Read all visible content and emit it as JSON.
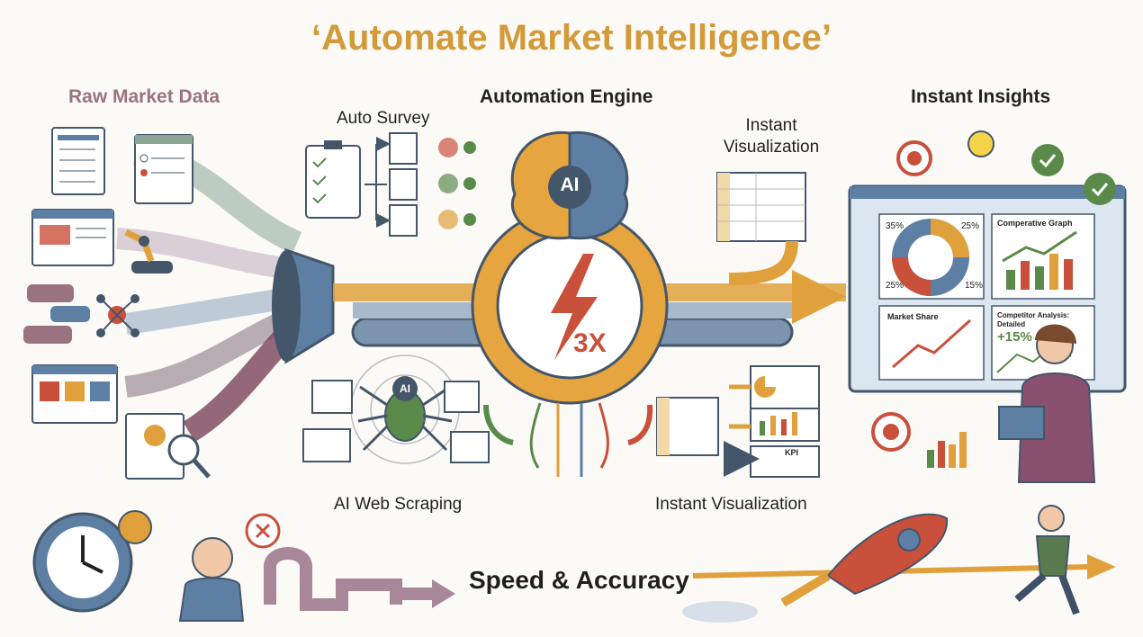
{
  "title": "‘Automate Market Intelligence’",
  "sections": {
    "raw_data": "Raw Market Data",
    "engine": "Automation Engine",
    "insights": "Instant Insights"
  },
  "engine_labels": {
    "auto_survey": "Auto Survey",
    "instant_visualization_top": "Instant\nVisualization",
    "ai_web_scraping": "AI Web Scraping",
    "instant_visualization_bottom": "Instant Visualization",
    "brain_badge": "AI",
    "spider_badge": "AI",
    "multiplier": "3X"
  },
  "dashboard": {
    "donut_labels": [
      "35%",
      "25%",
      "25%",
      "15%"
    ],
    "comparative_graph_title": "Comperative Graph",
    "market_share_title": "Market Share",
    "competitor_title": "Competitor Analysis:\nDetailed",
    "competitor_value": "+15%"
  },
  "viz_kpi_label": "KPI",
  "footer": {
    "speed_accuracy": "Speed & Accuracy"
  },
  "colors": {
    "title": "#d39a3a",
    "raw_label": "#9a7280",
    "navy": "#44566a",
    "orange": "#e0a03c",
    "red": "#c9503a",
    "green": "#5a8a4a",
    "blue_gray": "#5c7fa3"
  }
}
